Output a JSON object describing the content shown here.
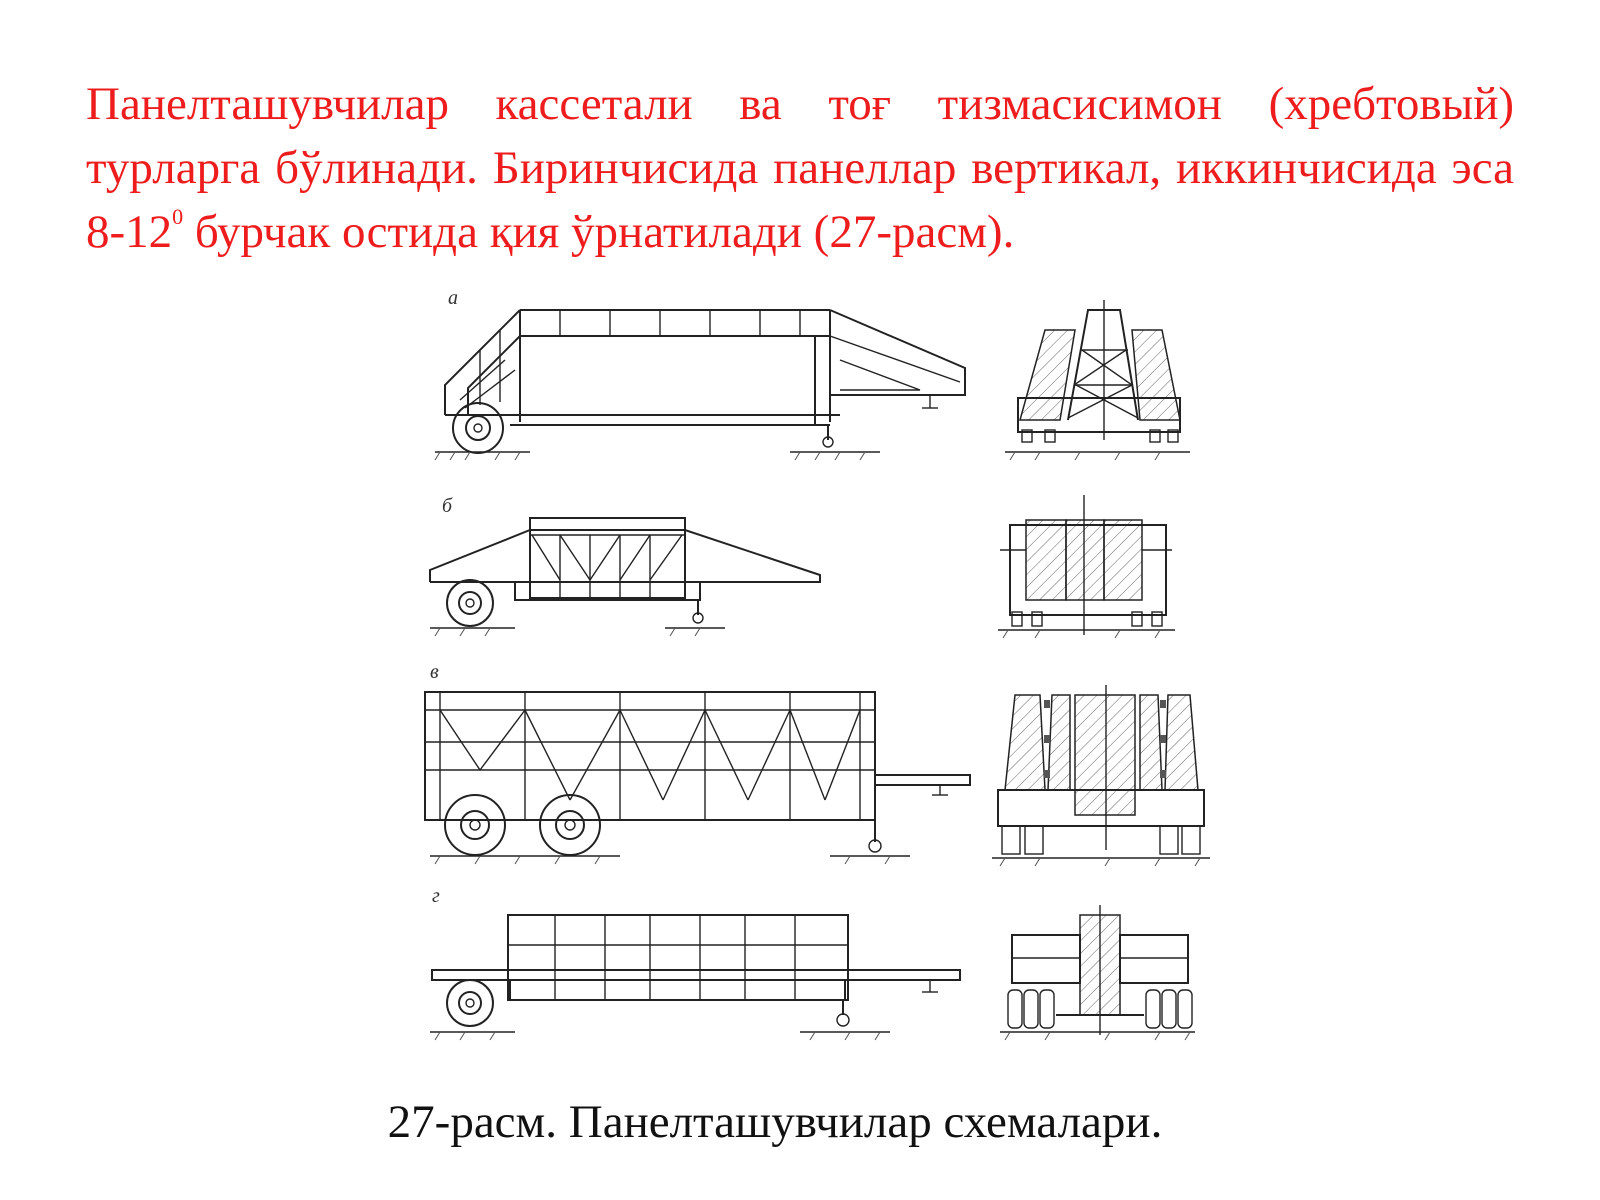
{
  "text": {
    "p1": "Панелташувчилар кассетали ва тоғ тизмасисимон (хребтовый) турларга бўлинади. Биринчисида панеллар вертикал, иккинчисида эса 8-12",
    "sup": "0",
    "p2": " бурчак остида қия ўрнатилади (27-расм)."
  },
  "figure": {
    "labels": {
      "a": "а",
      "b": "б",
      "v": "в",
      "g": "г"
    }
  },
  "caption": "27-расм. Панелташувчилар схемалари.",
  "colors": {
    "paragraph": "#ee1c1c",
    "caption": "#111111",
    "drawing": "#222222"
  }
}
